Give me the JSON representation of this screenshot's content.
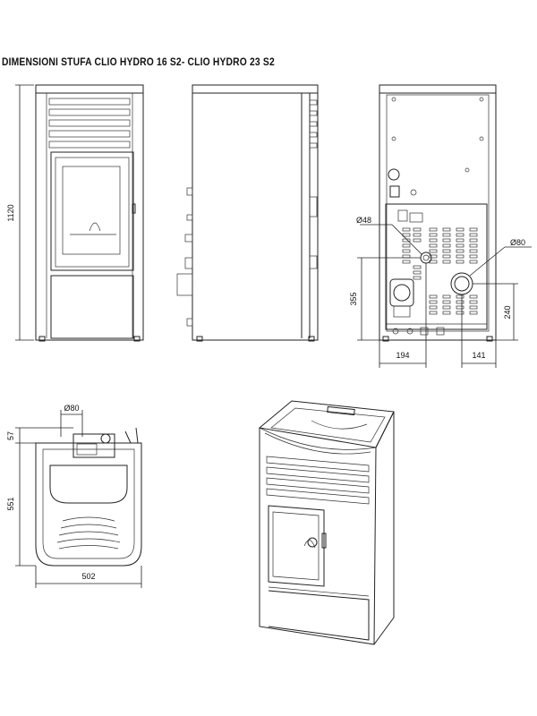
{
  "title": "DIMENSIONI STUFA CLIO HYDRO 16 S2- CLIO HYDRO 23 S2",
  "dimensions": {
    "height": "1120",
    "outlet_small": "Ø48",
    "outlet_flue": "Ø80",
    "height_355": "355",
    "height_240": "240",
    "width_194": "194",
    "width_141": "141",
    "top_flue": "Ø80",
    "depth_57": "57",
    "depth_551": "551",
    "width_502": "502"
  }
}
